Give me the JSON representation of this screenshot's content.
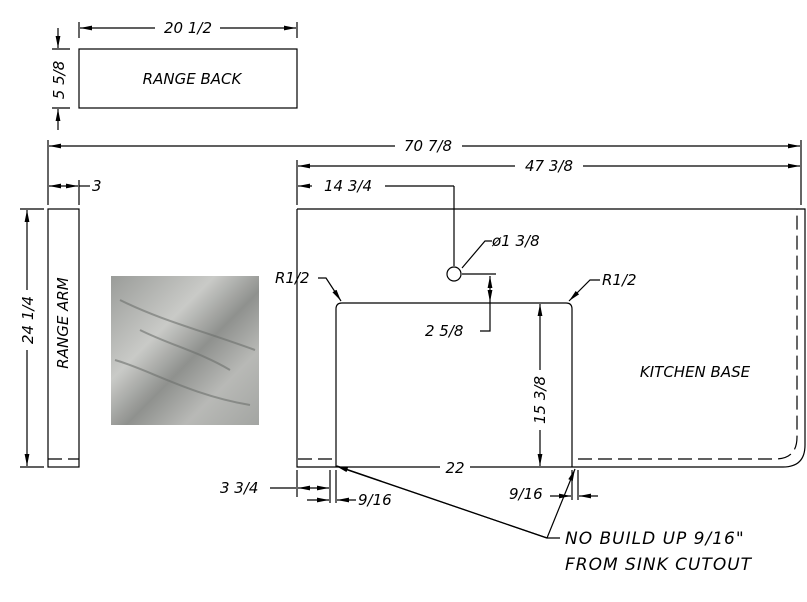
{
  "parts": {
    "range_back": "RANGE BACK",
    "range_arm": "RANGE ARM",
    "kitchen_base": "KITCHEN BASE"
  },
  "dimensions": {
    "range_back_width": "20 1/2",
    "range_back_height": "5 5/8",
    "overall_length": "70 7/8",
    "kitchen_base_length": "47 3/8",
    "hole_offset": "14 3/4",
    "range_arm_width": "3",
    "depth": "24 1/4",
    "hole_diameter": "ø1 3/8",
    "radius_left": "R1/2",
    "radius_right": "R1/2",
    "hole_to_sink": "2 5/8",
    "sink_depth": "15 3/8",
    "sink_width": "22",
    "sink_left_offset": "3 3/4",
    "buildup_left": "9/16",
    "buildup_right": "9/16"
  },
  "note": {
    "line1": "NO BUILD UP 9/16\"",
    "line2": "FROM SINK CUTOUT"
  }
}
